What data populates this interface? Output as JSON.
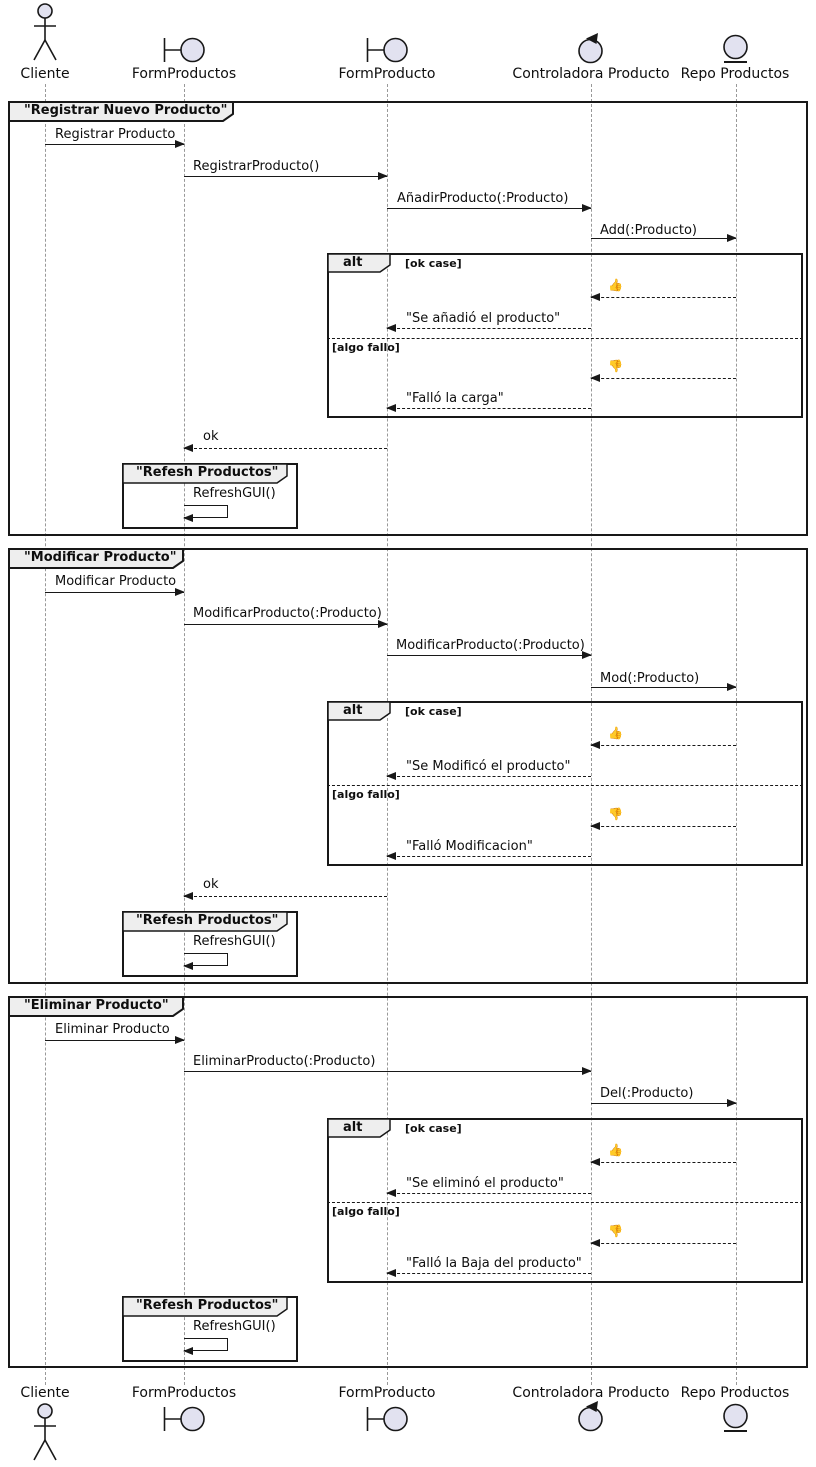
{
  "colors": {
    "line": "#181818",
    "lifeline": "#999999",
    "participant_fill": "#E2E2F0",
    "frame_header_fill": "#EEEEEE"
  },
  "participants": [
    {
      "label": "Cliente",
      "type": "actor"
    },
    {
      "label": "FormProductos",
      "type": "boundary"
    },
    {
      "label": "FormProducto",
      "type": "boundary"
    },
    {
      "label": "Controladora Producto",
      "type": "control"
    },
    {
      "label": "Repo Productos",
      "type": "entity"
    }
  ],
  "fragments": [
    {
      "title": "\"Registrar Nuevo Producto\"",
      "alt_keyword": "alt",
      "guard_ok": "[ok case]",
      "guard_fail": "[algo fallo]",
      "messages": {
        "m1": "Registrar Producto",
        "m2": "RegistrarProducto()",
        "m3": "AñadirProducto(:Producto)",
        "m4": "Add(:Producto)",
        "thumb_up": "👍",
        "ok_result": "\"Se añadió el producto\"",
        "thumb_down": "👎",
        "fail_result": "\"Falló la carga\"",
        "ok_return": "ok"
      },
      "refresh": {
        "title": "\"Refesh Productos\"",
        "call": "RefreshGUI()"
      }
    },
    {
      "title": "\"Modificar Producto\"",
      "alt_keyword": "alt",
      "guard_ok": "[ok case]",
      "guard_fail": "[algo fallo]",
      "messages": {
        "m1": "Modificar Producto",
        "m2": "ModificarProducto(:Producto)",
        "m3": "ModificarProducto(:Producto)",
        "m4": "Mod(:Producto)",
        "thumb_up": "👍",
        "ok_result": "\"Se Modificó el producto\"",
        "thumb_down": "👎",
        "fail_result": "\"Falló Modificacion\"",
        "ok_return": "ok"
      },
      "refresh": {
        "title": "\"Refesh Productos\"",
        "call": "RefreshGUI()"
      }
    },
    {
      "title": "\"Eliminar Producto\"",
      "alt_keyword": "alt",
      "guard_ok": "[ok case]",
      "guard_fail": "[algo fallo]",
      "messages": {
        "m1": "Eliminar Producto",
        "m2": "EliminarProducto(:Producto)",
        "m3": "Del(:Producto)",
        "thumb_up": "👍",
        "ok_result": "\"Se eliminó el producto\"",
        "thumb_down": "👎",
        "fail_result": "\"Falló la Baja del producto\""
      },
      "refresh": {
        "title": "\"Refesh Productos\"",
        "call": "RefreshGUI()"
      }
    }
  ]
}
